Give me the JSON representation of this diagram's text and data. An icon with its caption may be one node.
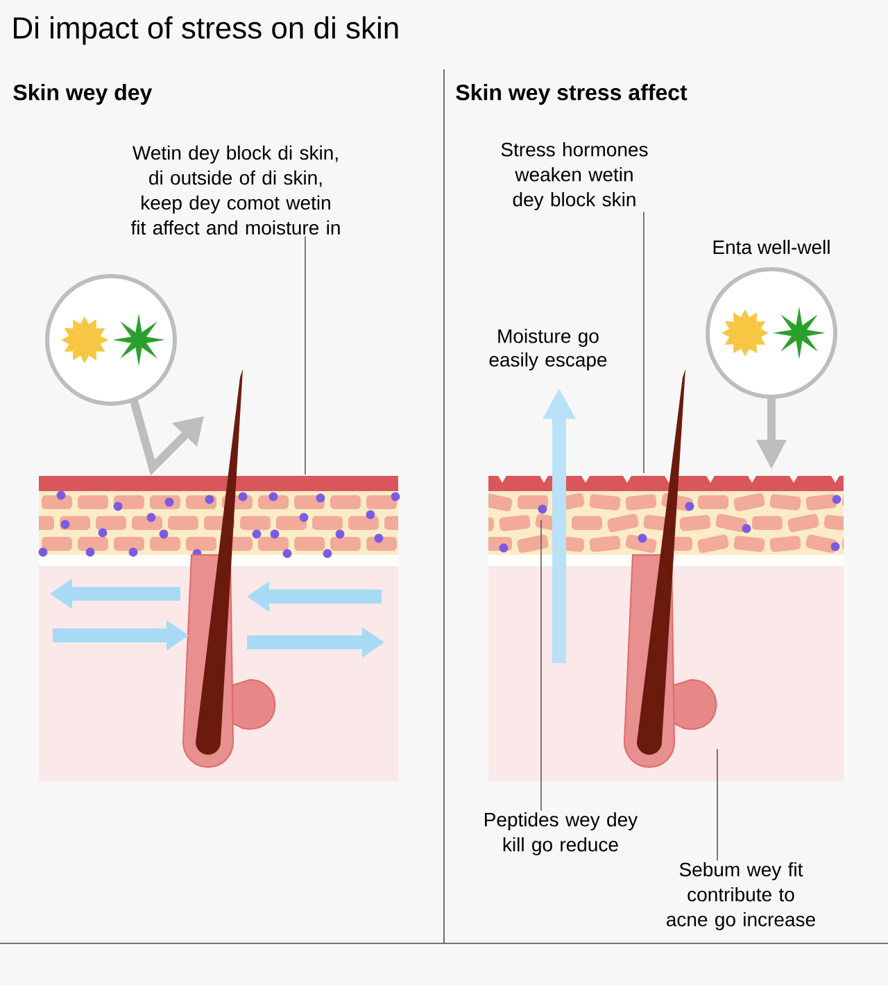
{
  "diagram": {
    "title": "Di impact of stress on di skin",
    "nodes": [
      {
        "text": [
          "Wetin dey block di skin, di outside of di skin, keep dey comot wetin fit affect and moisture in"
        ]
      },
      {
        "text": [
          "Stress hormones weaken wetin dey block skin"
        ]
      },
      {
        "text": [
          "Peptides wey dey kill go reduce"
        ]
      },
      {
        "text": [
          "Sebum wey fit contribute to acne go increase"
        ]
      }
    ],
    "edges": [
      {
        "from": 0,
        "to": null,
        "arrow": "none"
      },
      {
        "from": 1,
        "to": null,
        "arrow": "none"
      },
      {
        "from": 2,
        "to": null,
        "arrow": "none"
      },
      {
        "from": 3,
        "to": null,
        "arrow": "none"
      }
    ],
    "labels": [
      "Skin wey dey",
      "Skin wey stress affect",
      "Moisture go easily escape",
      "Enta well-well"
    ]
  }
}
